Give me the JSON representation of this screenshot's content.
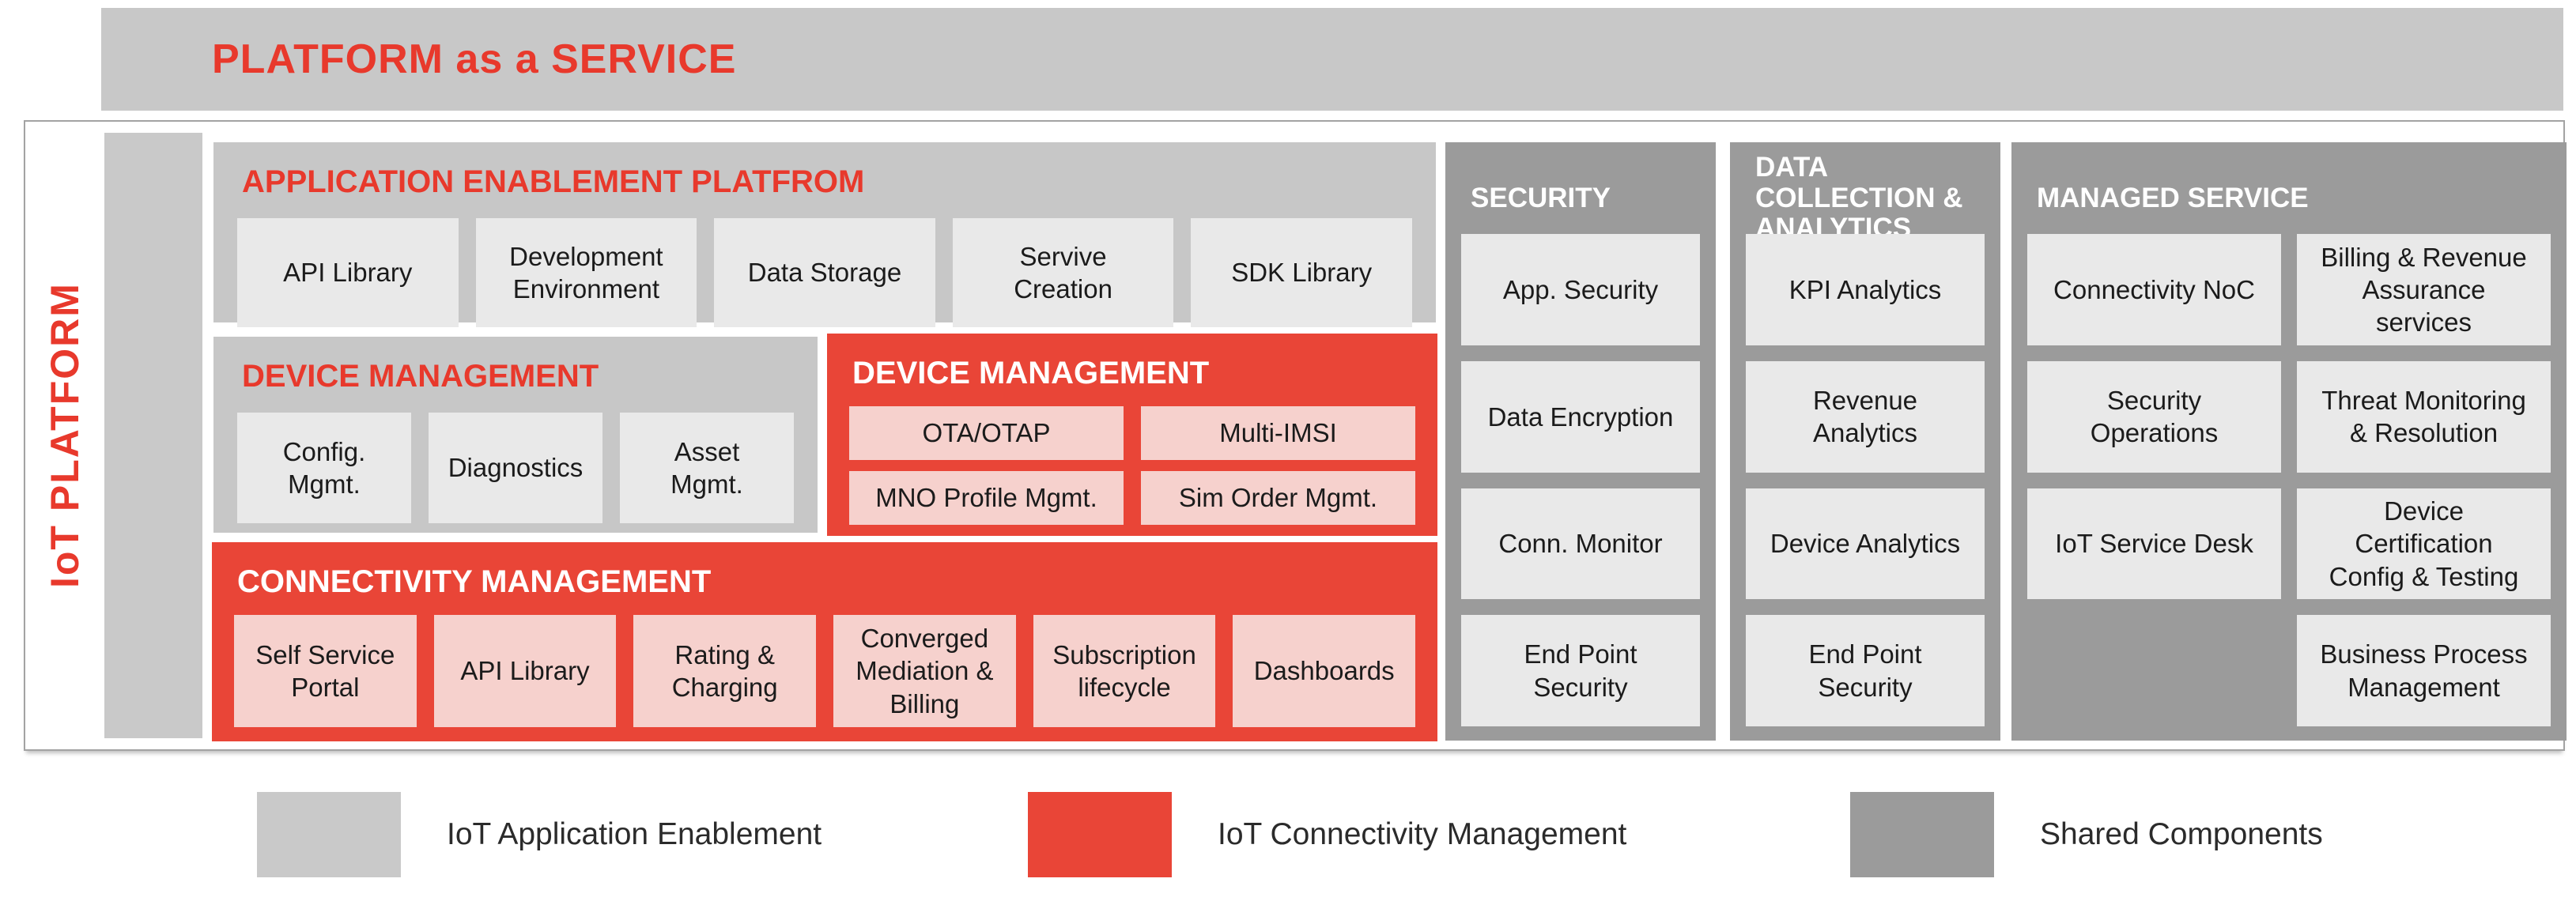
{
  "banner": {
    "title": "PLATFORM as a SERVICE"
  },
  "platform_label": "IoT PLATFORM",
  "sections": {
    "application_enablement": {
      "title": "APPLICATION ENABLEMENT PLATFROM",
      "boxes": [
        "API Library",
        "Development Environment",
        "Data Storage",
        "Servive Creation",
        "SDK Library"
      ]
    },
    "device_management_gray": {
      "title": "DEVICE MANAGEMENT",
      "boxes": [
        "Config. Mgmt.",
        "Diagnostics",
        "Asset Mgmt."
      ]
    },
    "device_management_red": {
      "title": "DEVICE MANAGEMENT",
      "boxes": [
        "OTA/OTAP",
        "Multi-IMSI",
        "MNO Profile Mgmt.",
        "Sim Order Mgmt."
      ]
    },
    "connectivity_management": {
      "title": "CONNECTIVITY MANAGEMENT",
      "boxes": [
        "Self Service Portal",
        "API Library",
        "Rating & Charging",
        "Converged Mediation & Billing",
        "Subscription lifecycle",
        "Dashboards"
      ]
    },
    "security": {
      "title": "SECURITY",
      "boxes": [
        "App. Security",
        "Data Encryption",
        "Conn. Monitor",
        "End Point Security"
      ]
    },
    "data_collection_analytics": {
      "title": "DATA COLLECTION & ANALYTICS",
      "boxes": [
        "KPI Analytics",
        "Revenue Analytics",
        "Device Analytics",
        "End Point Security"
      ]
    },
    "managed_service": {
      "title": "MANAGED SERVICE",
      "boxes": [
        "Connectivity NoC",
        "Billing & Revenue Assurance services",
        "Security Operations",
        "Threat Monitoring & Resolution",
        "IoT Service Desk",
        "Device Certification Config & Testing",
        "Business Process Management"
      ]
    }
  },
  "legend": {
    "items": [
      {
        "label": "IoT Application Enablement",
        "color": "#c9c9c9"
      },
      {
        "label": "IoT Connectivity Management",
        "color": "#e94537"
      },
      {
        "label": "Shared Components",
        "color": "#9b9b9b"
      }
    ]
  },
  "colors": {
    "accent_red": "#e94537",
    "red_text": "#e8392c",
    "pink_box": "#f6d1cd",
    "light_box": "#e9e9e9",
    "section_gray": "#c7c7c7",
    "shared_dark_gray": "#9b9b9b",
    "banner_gray": "#c8c8c8"
  }
}
